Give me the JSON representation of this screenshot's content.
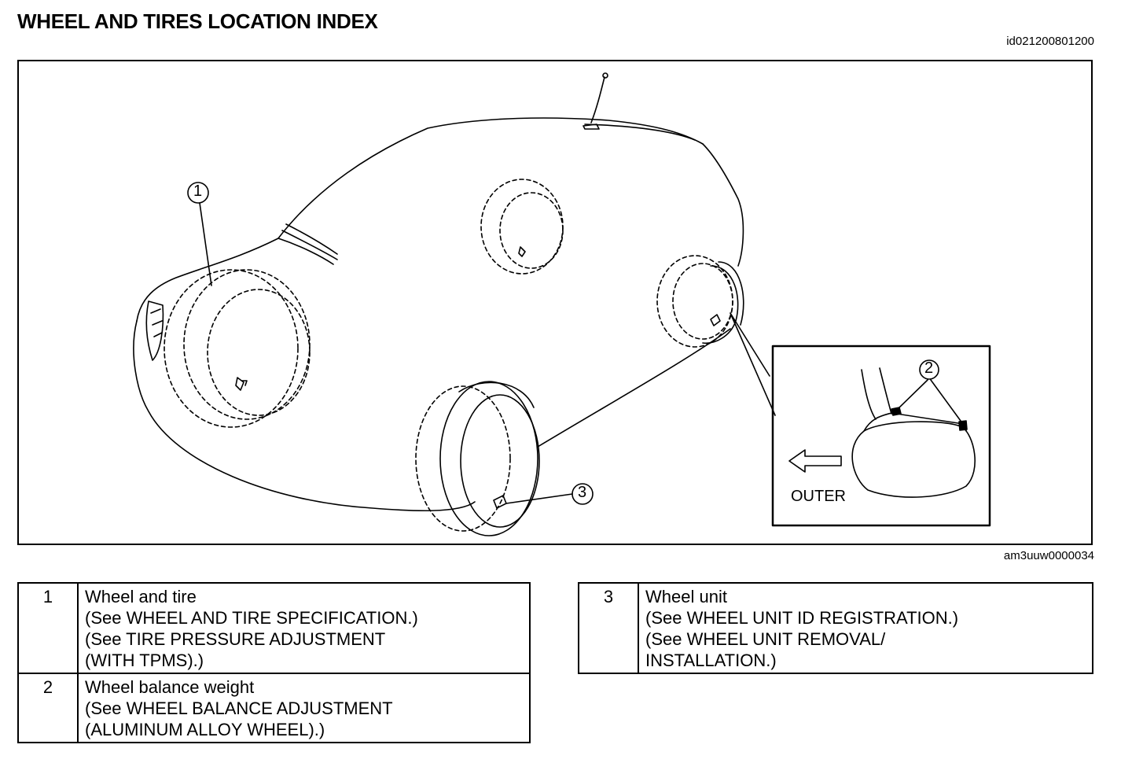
{
  "header": {
    "title": "WHEEL AND TIRES LOCATION INDEX",
    "doc_id": "id021200801200"
  },
  "figure": {
    "figure_id": "am3uuw0000034",
    "callouts": [
      "1",
      "2",
      "3"
    ],
    "inset": {
      "callout": "2",
      "direction_label": "OUTER",
      "arrow_icon": "arrow-left-icon"
    }
  },
  "index": {
    "left": [
      {
        "num": "1",
        "lines": [
          "Wheel and tire",
          "(See WHEEL AND TIRE SPECIFICATION.)",
          "(See TIRE PRESSURE ADJUSTMENT",
          "(WITH TPMS).)"
        ]
      },
      {
        "num": "2",
        "lines": [
          "Wheel balance weight",
          "(See WHEEL BALANCE ADJUSTMENT",
          "(ALUMINUM ALLOY WHEEL).)"
        ]
      }
    ],
    "right": [
      {
        "num": "3",
        "lines": [
          "Wheel unit",
          "(See WHEEL UNIT ID REGISTRATION.)",
          "(See WHEEL UNIT REMOVAL/",
          "INSTALLATION.)"
        ]
      }
    ]
  }
}
